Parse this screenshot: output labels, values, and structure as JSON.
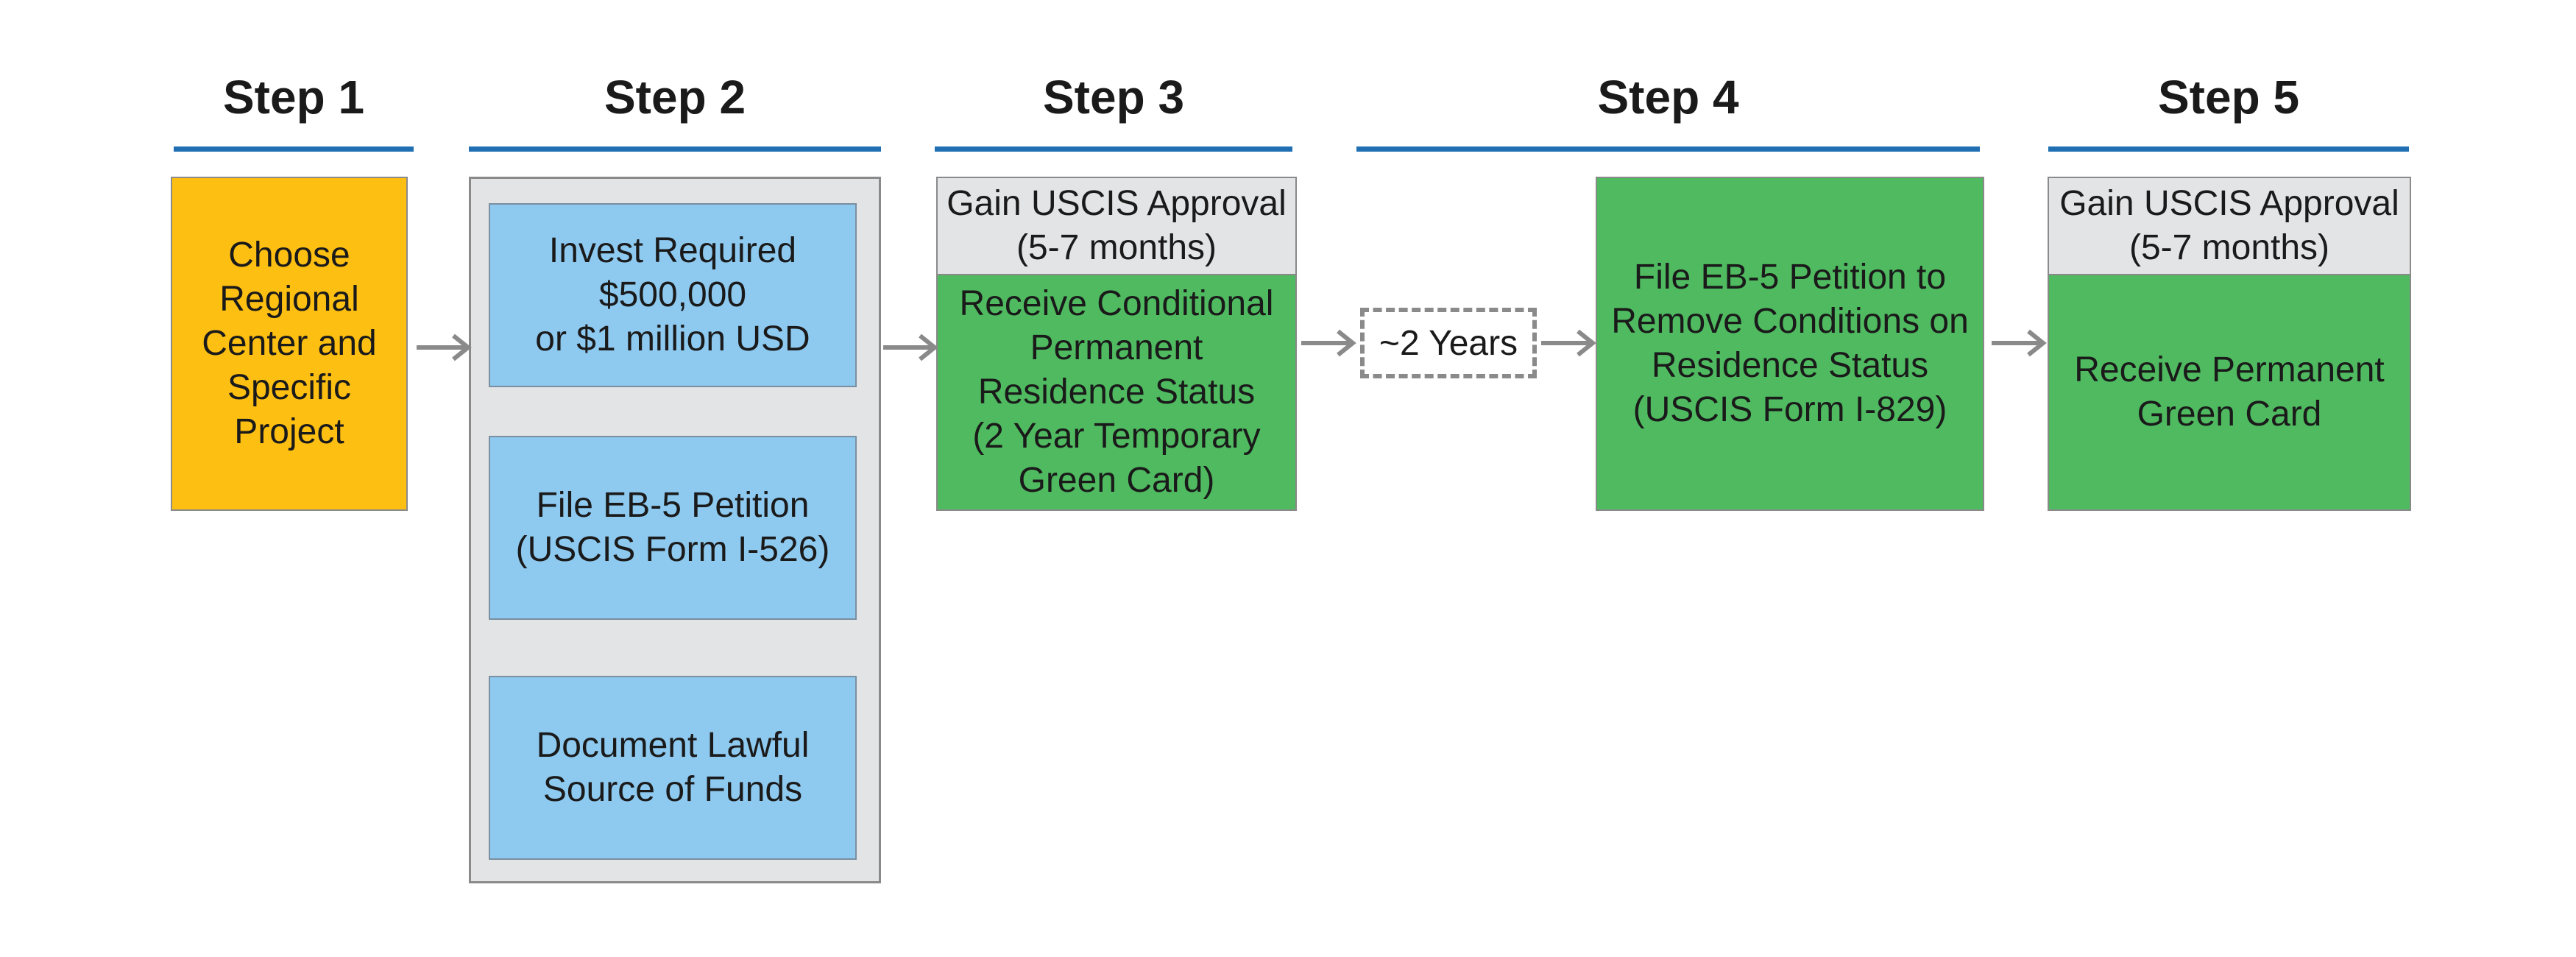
{
  "steps": {
    "s1": "Step 1",
    "s2": "Step 2",
    "s3": "Step 3",
    "s4": "Step 4",
    "s5": "Step 5"
  },
  "boxes": {
    "choose_project": "Choose\nRegional\nCenter and\nSpecific\nProject",
    "invest_required": "Invest Required\n$500,000\nor $1 million USD",
    "file_i526": "File EB-5 Petition\n(USCIS Form I-526)",
    "document_funds": "Document Lawful\nSource of Funds",
    "gain_approval_3": "Gain USCIS Approval\n(5-7 months)",
    "conditional_residence": "Receive Conditional\nPermanent\nResidence Status\n(2 Year Temporary\nGreen Card)",
    "two_years": "~2 Years",
    "file_i829": "File EB-5 Petition to\nRemove Conditions on\nResidence Status\n(USCIS Form I-829)",
    "gain_approval_5": "Gain USCIS Approval\n(5-7 months)",
    "permanent_card": "Receive Permanent\nGreen Card"
  },
  "colors": {
    "rule": "#1f6fb2",
    "yellow": "#fdbf12",
    "blue": "#8ec9ef",
    "green": "#4fba60",
    "gray": "#e3e4e6",
    "arrow": "#8a8a8a"
  }
}
